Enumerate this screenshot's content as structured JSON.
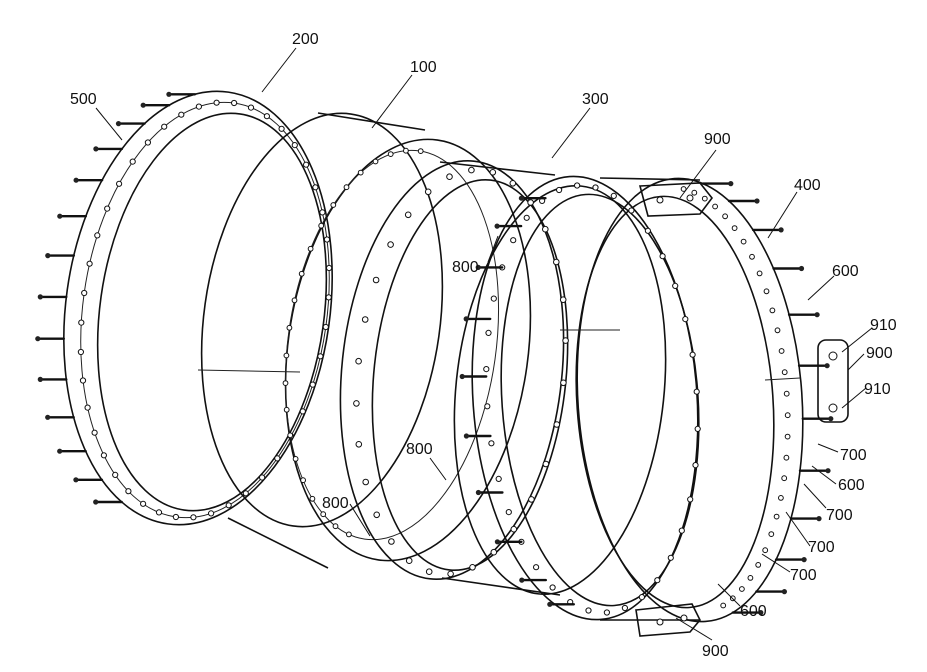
{
  "figure": {
    "labels": {
      "flange_200": "200",
      "shell_100": "100",
      "ring_300": "300",
      "ring_400": "400",
      "bolt_500": "500",
      "nut_600_a": "600",
      "nut_600_b": "600",
      "nut_600_c": "600",
      "bolt_700_a": "700",
      "bolt_700_b": "700",
      "bolt_700_c": "700",
      "bolt_700_d": "700",
      "pin_800_a": "800",
      "pin_800_b": "800",
      "pin_800_c": "800",
      "plate_900_top": "900",
      "plate_900_mid": "900",
      "plate_900_bottom": "900",
      "fastener_910_a": "910",
      "fastener_910_b": "910"
    }
  }
}
